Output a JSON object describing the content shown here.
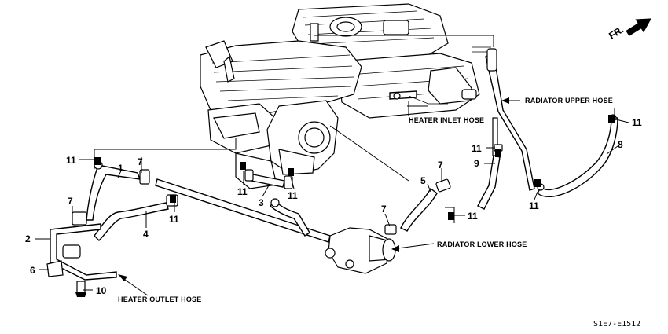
{
  "direction_marker": {
    "text": "FR.",
    "icon": "forward-arrow-icon"
  },
  "callouts": {
    "heater_inlet_hose": "HEATER INLET HOSE",
    "radiator_upper_hose": "RADIATOR UPPER HOSE",
    "radiator_lower_hose": "RADIATOR LOWER HOSE",
    "heater_outlet_hose": "HEATER OUTLET HOSE"
  },
  "part_numbers": {
    "p1": "1",
    "p2": "2",
    "p3": "3",
    "p4": "4",
    "p5": "5",
    "p6": "6",
    "p7a": "7",
    "p7b": "7",
    "p7c": "7",
    "p8": "8",
    "p9": "9",
    "p10": "10",
    "p11a": "11",
    "p11b": "11",
    "p11c": "11",
    "p11d": "11",
    "p11e": "11",
    "p11f": "11",
    "p11g": "11",
    "p11h": "11"
  },
  "diagram_code": "S1E7-E1512"
}
